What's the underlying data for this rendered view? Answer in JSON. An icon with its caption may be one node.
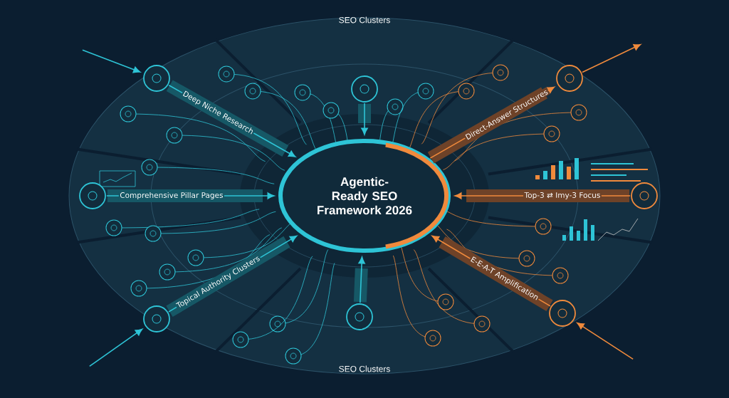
{
  "diagram": {
    "nodes": [
      {
        "text": [
          "Agentic-Ready SEO Framework 2026"
        ]
      },
      {
        "text": [],
        "shape": "circle"
      },
      {
        "text": [],
        "shape": "circle"
      },
      {
        "text": [],
        "shape": "circle"
      },
      {
        "text": [],
        "shape": "circle"
      },
      {
        "text": [],
        "shape": "circle"
      },
      {
        "text": [],
        "shape": "circle"
      },
      {
        "text": [],
        "shape": "circle"
      },
      {
        "text": [],
        "shape": "circle"
      }
    ],
    "edges": [
      {
        "from": 1,
        "to": 0,
        "arrow": "to"
      },
      {
        "from": 2,
        "to": 0,
        "arrow": "to",
        "label": "Deep Niche Research"
      },
      {
        "from": 3,
        "to": 0,
        "arrow": "to",
        "label": "Comprehensive Pillar Pages"
      },
      {
        "from": 4,
        "to": 0,
        "arrow": "to",
        "label": "Topical Authority Clusters"
      },
      {
        "from": 0,
        "to": 5,
        "arrow": "to",
        "label": "Direct-Answer Structures",
        "color": "#f08a3c"
      },
      {
        "from": 6,
        "to": 0,
        "arrow": "to",
        "label": "Top-3 ⇄ Imy-3 Focus",
        "color": "#f08a3c"
      },
      {
        "from": 7,
        "to": 0,
        "arrow": "to",
        "label": "E-E-A-T Amplification",
        "color": "#f08a3c"
      },
      {
        "from": 8,
        "to": 0,
        "arrow": "to"
      },
      {
        "from": null,
        "to": 2,
        "arrow": "to"
      },
      {
        "from": null,
        "to": 4,
        "arrow": "to"
      },
      {
        "from": 5,
        "to": null,
        "arrow": "to",
        "color": "#f08a3c"
      },
      {
        "from": null,
        "to": 7,
        "arrow": "to",
        "color": "#f08a3c"
      }
    ],
    "labels": [
      "SEO Clusters",
      "SEO Clusters"
    ]
  }
}
